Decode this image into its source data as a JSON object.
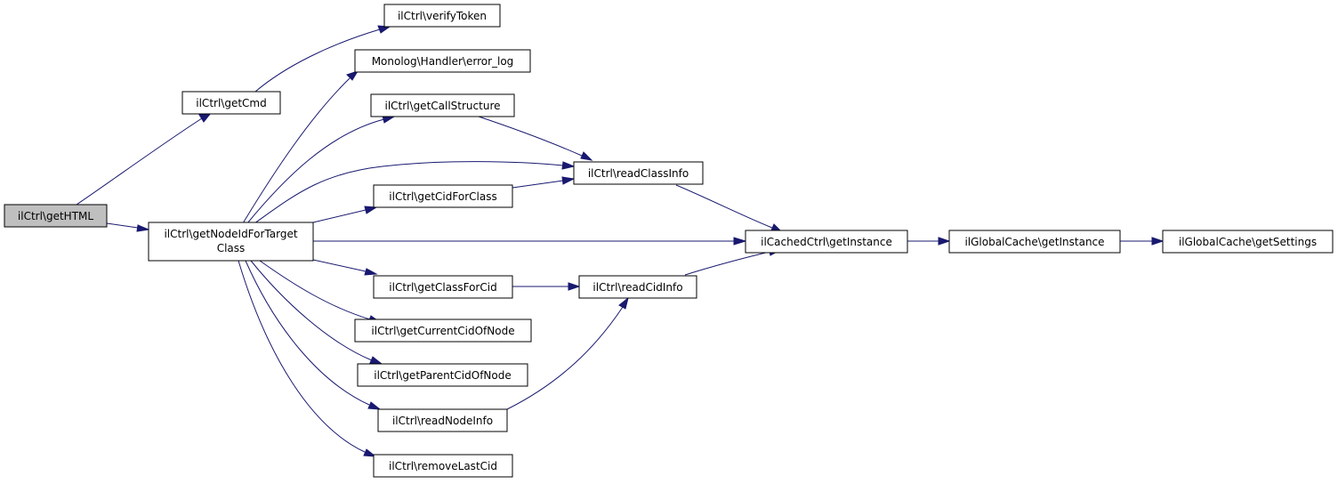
{
  "diagram": {
    "nodes": [
      {
        "id": "getHTML",
        "label": "ilCtrl\\getHTML"
      },
      {
        "id": "getCmd",
        "label": "ilCtrl\\getCmd"
      },
      {
        "id": "verifyToken",
        "label": "ilCtrl\\verifyToken"
      },
      {
        "id": "error_log",
        "label": "Monolog\\Handler\\error_log"
      },
      {
        "id": "getCallStructure",
        "label": "ilCtrl\\getCallStructure"
      },
      {
        "id": "getNodeIdForTargetClass",
        "label_line1": "ilCtrl\\getNodeIdForTarget",
        "label_line2": "Class"
      },
      {
        "id": "readClassInfo",
        "label": "ilCtrl\\readClassInfo"
      },
      {
        "id": "getCidForClass",
        "label": "ilCtrl\\getCidForClass"
      },
      {
        "id": "cachedGetInstance",
        "label": "ilCachedCtrl\\getInstance"
      },
      {
        "id": "globalGetInstance",
        "label": "ilGlobalCache\\getInstance"
      },
      {
        "id": "getSettings",
        "label": "ilGlobalCache\\getSettings"
      },
      {
        "id": "getClassForCid",
        "label": "ilCtrl\\getClassForCid"
      },
      {
        "id": "readCidInfo",
        "label": "ilCtrl\\readCidInfo"
      },
      {
        "id": "getCurrentCidOfNode",
        "label": "ilCtrl\\getCurrentCidOfNode"
      },
      {
        "id": "getParentCidOfNode",
        "label": "ilCtrl\\getParentCidOfNode"
      },
      {
        "id": "readNodeInfo",
        "label": "ilCtrl\\readNodeInfo"
      },
      {
        "id": "removeLastCid",
        "label": "ilCtrl\\removeLastCid"
      }
    ],
    "edges": [
      [
        "getHTML",
        "getCmd"
      ],
      [
        "getHTML",
        "getNodeIdForTargetClass"
      ],
      [
        "getCmd",
        "verifyToken"
      ],
      [
        "getNodeIdForTargetClass",
        "error_log"
      ],
      [
        "getNodeIdForTargetClass",
        "getCallStructure"
      ],
      [
        "getNodeIdForTargetClass",
        "readClassInfo"
      ],
      [
        "getNodeIdForTargetClass",
        "getCidForClass"
      ],
      [
        "getNodeIdForTargetClass",
        "cachedGetInstance"
      ],
      [
        "getNodeIdForTargetClass",
        "getClassForCid"
      ],
      [
        "getNodeIdForTargetClass",
        "getCurrentCidOfNode"
      ],
      [
        "getNodeIdForTargetClass",
        "getParentCidOfNode"
      ],
      [
        "getNodeIdForTargetClass",
        "readNodeInfo"
      ],
      [
        "getNodeIdForTargetClass",
        "removeLastCid"
      ],
      [
        "getCallStructure",
        "readClassInfo"
      ],
      [
        "getCidForClass",
        "readClassInfo"
      ],
      [
        "readClassInfo",
        "cachedGetInstance"
      ],
      [
        "getClassForCid",
        "readCidInfo"
      ],
      [
        "readCidInfo",
        "cachedGetInstance"
      ],
      [
        "readNodeInfo",
        "readCidInfo"
      ],
      [
        "cachedGetInstance",
        "globalGetInstance"
      ],
      [
        "globalGetInstance",
        "getSettings"
      ]
    ],
    "colors": {
      "edge": "#191970",
      "root_fill": "#bfbfbf",
      "node_fill": "#ffffff",
      "border": "#000000"
    }
  }
}
